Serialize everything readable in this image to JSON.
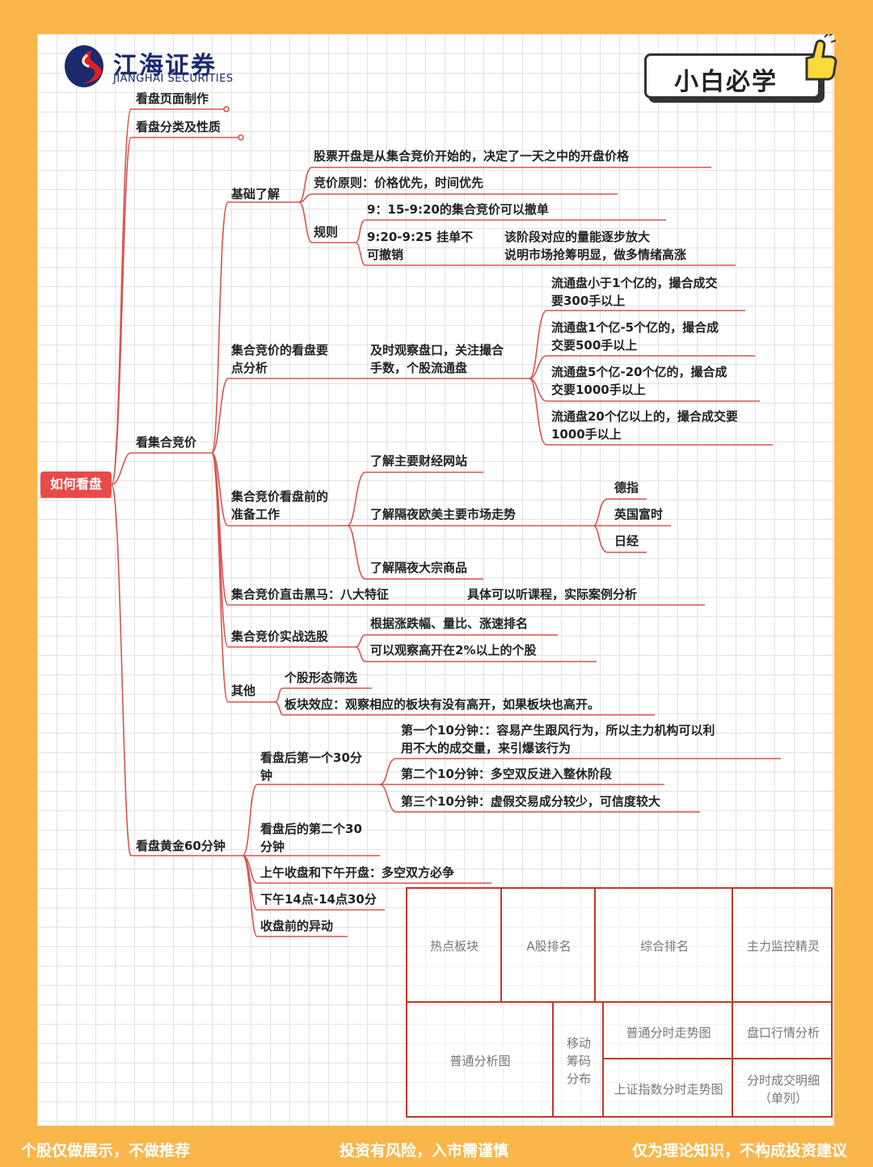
{
  "brand": {
    "name_cn": "江海证券",
    "name_en": "JIANGHAI SECURITIES"
  },
  "badge": {
    "label": "小白必学"
  },
  "colors": {
    "accent": "#e84a4a",
    "line": "#d9534f",
    "background": "#f9b64a",
    "table_border": "#c0392b"
  },
  "mindmap": {
    "root": "如何看盘",
    "page_make": "看盘页面制作",
    "category": "看盘分类及性质",
    "auction": {
      "label": "看集合竞价",
      "basics": {
        "label": "基础了解",
        "open": "股票开盘是从集合竞价开始的，决定了一天之中的开盘价格",
        "principle": "竞价原则：价格优先，时间优先",
        "rules": {
          "label": "规则",
          "r1": "9：15-9:20的集合竞价可以撤单",
          "r2a": "9:20-9:25 挂单不",
          "r2b": "可撤销",
          "r2note_a": "该阶段对应的量能逐步放大",
          "r2note_b": "说明市场抢筹明显，做多情绪高涨"
        }
      },
      "points": {
        "label_a": "集合竞价的看盘要",
        "label_b": "点分析",
        "observe_a": "及时观察盘口，关注撮合",
        "observe_b": "手数，个股流通盘",
        "c1a": "流通盘小于1个亿的，撮合成交",
        "c1b": "要300手以上",
        "c2a": "流通盘1个亿-5个亿的，撮合成",
        "c2b": "交要500手以上",
        "c3a": "流通盘5个亿-20个亿的，撮合成",
        "c3b": "交要1000手以上",
        "c4a": "流通盘20个亿以上的，撮合成交要",
        "c4b": "1000手以上"
      },
      "prep": {
        "label_a": "集合竞价看盘前的",
        "label_b": "准备工作",
        "p1": "了解主要财经网站",
        "p2": "了解隔夜欧美主要市场走势",
        "dax": "德指",
        "ftse": "英国富时",
        "nikkei": "日经",
        "p3": "了解隔夜大宗商品"
      },
      "dark": {
        "label": "集合竞价直击黑马：八大特征",
        "note": "具体可以听课程，实际案例分析"
      },
      "pick": {
        "label": "集合竞价实战选股",
        "s1": "根据涨跌幅、量比、涨速排名",
        "s2": "可以观察高开在2%以上的个股"
      },
      "other": {
        "label": "其他",
        "o1": "个股形态筛选",
        "o2": "板块效应：观察相应的板块有没有高开，如果板块也高开。"
      }
    },
    "golden": {
      "label": "看盘黄金60分钟",
      "first30_a": "看盘后第一个30分",
      "first30_b": "钟",
      "f1a": "第一个10分钟：：容易产生跟风行为，所以主力机构可以利",
      "f1b": "用不大的成交量，来引爆该行为",
      "f2": "第二个10分钟：多空双反进入整休阶段",
      "f3": "第三个10分钟：虚假交易成分较少，可信度较大",
      "second30_a": "看盘后的第二个30",
      "second30_b": "分钟",
      "noon": "上午收盘和下午开盘：多空双方必争",
      "afternoon": "下午14点-14点30分",
      "close": "收盘前的异动"
    }
  },
  "table": {
    "hot": "热点板块",
    "a_rank": "A股排名",
    "overall": "综合排名",
    "monitor": "主力监控精灵",
    "normal": "普通分析图",
    "chip_a": "移动",
    "chip_b": "筹码",
    "chip_c": "分布",
    "intraday": "普通分时走势图",
    "quote": "盘口行情分析",
    "sh_index": "上证指数分时走势图",
    "detail_a": "分时成交明细",
    "detail_b": "（单列）"
  },
  "footer": {
    "left": "个股仅做展示，不做推荐",
    "center": "投资有风险，入市需谨慎",
    "right": "仅为理论知识，不构成投资建议"
  }
}
